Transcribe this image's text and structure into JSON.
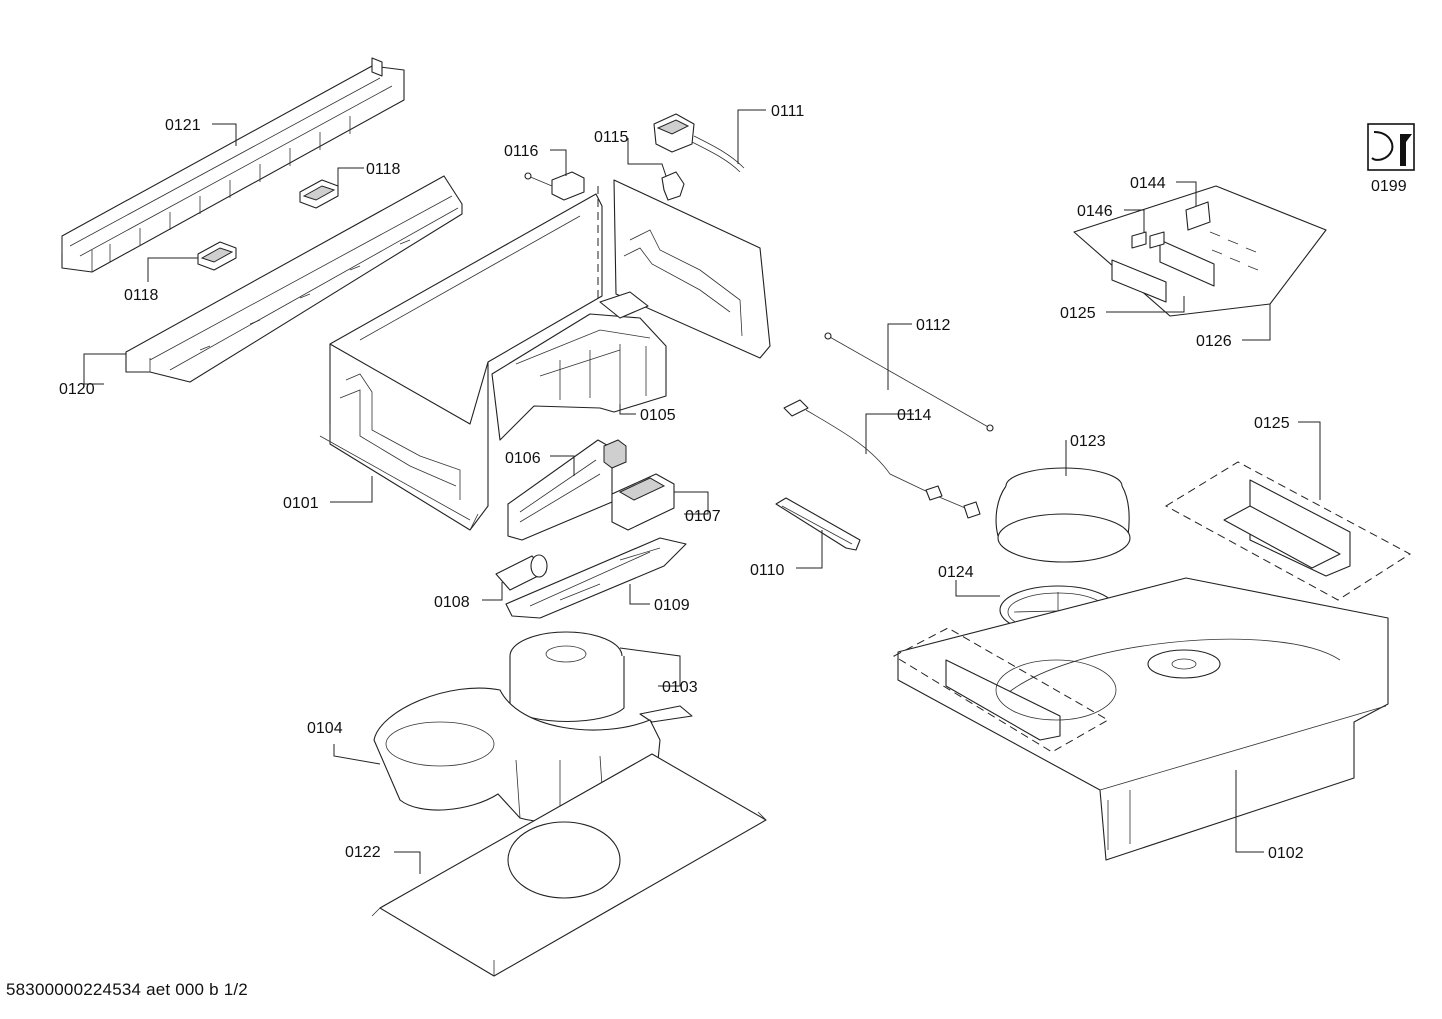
{
  "footer": {
    "document_id": "58300000224534 aet 000 b 1/2"
  },
  "icons": {
    "tool_symbol": "wrench-icon"
  },
  "labels": {
    "p0121": "0121",
    "p0118a": "0118",
    "p0118b": "0118",
    "p0120": "0120",
    "p0116": "0116",
    "p0115": "0115",
    "p0111": "0111",
    "p0199": "0199",
    "p0144": "0144",
    "p0146": "0146",
    "p0125a": "0125",
    "p0126": "0126",
    "p0112": "0112",
    "p0105": "0105",
    "p0114": "0114",
    "p0123": "0123",
    "p0125b": "0125",
    "p0106": "0106",
    "p0101": "0101",
    "p0107": "0107",
    "p0110": "0110",
    "p0124": "0124",
    "p0108": "0108",
    "p0109": "0109",
    "p0103": "0103",
    "p0104": "0104",
    "p0122": "0122",
    "p0102": "0102"
  }
}
